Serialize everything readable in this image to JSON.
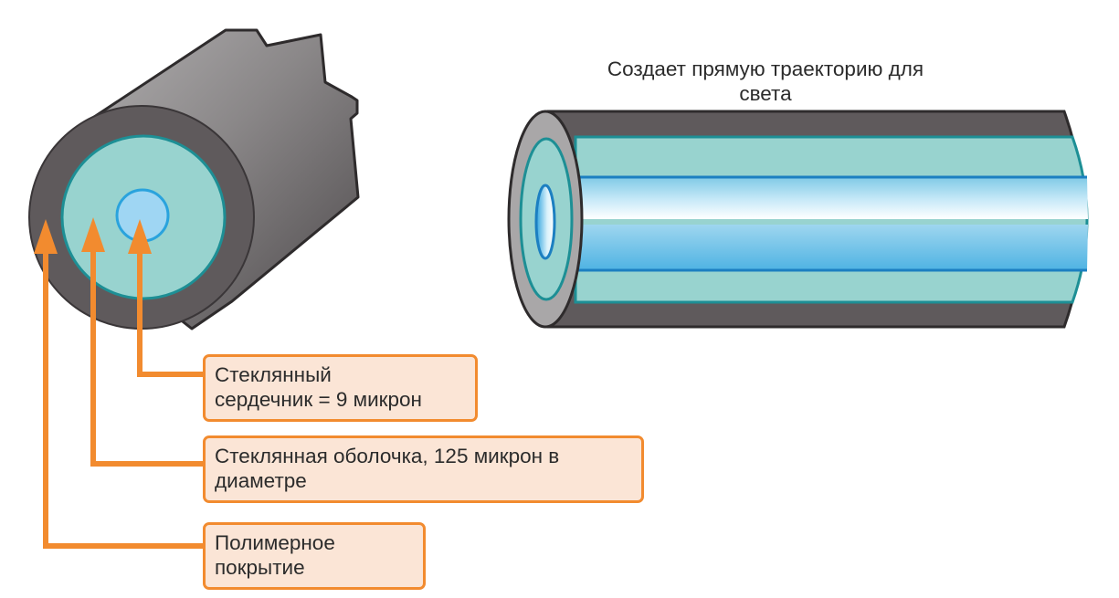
{
  "callouts": {
    "core": "Стеклянный\nсердечник = 9 микрон",
    "cladding": "Стеклянная оболочка, 125 микрон в\nдиаметре",
    "coating": "Полимерное\nпокрытие"
  },
  "right_caption": "Создает прямую траекторию для\nсвета",
  "colors": {
    "jacket_dark": "#5f5a5c",
    "jacket_light": "#a9a7a8",
    "cladding": "#98d3cf",
    "cladding_edge": "#1d8f95",
    "core": "#9fd6f3",
    "core_edge": "#2aa3dd",
    "light_path": "#f5df58",
    "arrow": "#f28b2f",
    "callout_fill": "#fbe5d6"
  }
}
